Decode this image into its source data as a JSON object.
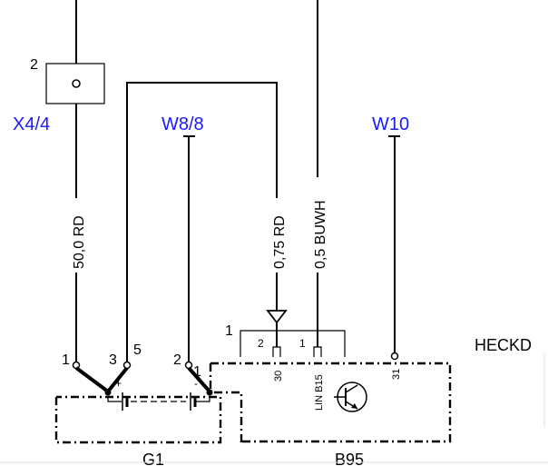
{
  "connector_x4": {
    "label": "X4/4",
    "pin": "2"
  },
  "connector_w8": {
    "label": "W8/8"
  },
  "connector_w10": {
    "label": "W10"
  },
  "wires": {
    "rd_50": "50,0 RD",
    "rd_075": "0,75 RD",
    "buwh_05": "0,5 BUWH"
  },
  "g1": {
    "name": "G1",
    "pins": [
      "1",
      "3",
      "5",
      "2",
      "1"
    ],
    "plus": "+",
    "minus": "-"
  },
  "b95": {
    "name": "B95",
    "pin_left": "1",
    "pin_a": "2",
    "pin_b": "1",
    "term_30": "30",
    "term_lin": "LIN B15",
    "term_31": "31"
  },
  "heckd": "HECKD",
  "colors": {
    "label_blue": "#1a1aff",
    "line": "#000000"
  }
}
